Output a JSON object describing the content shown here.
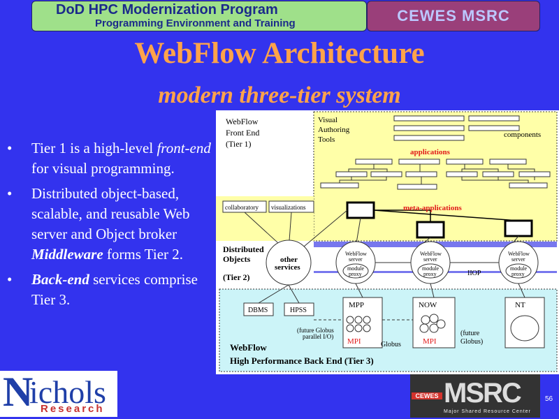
{
  "header": {
    "banner_line1": "DoD HPC Modernization Program",
    "banner_line2": "Programming Environment and Training",
    "banner_right": "CEWES MSRC"
  },
  "slide": {
    "title": "WebFlow Architecture",
    "subtitle": "modern three-tier system"
  },
  "bullets": [
    {
      "parts": [
        "Tier 1 is a high-level ",
        "front-end",
        " for visual programming."
      ]
    },
    {
      "parts": [
        "Distributed object-based, scalable, and reusable Web server and Object broker ",
        "Middleware",
        " forms Tier 2."
      ]
    },
    {
      "parts": [
        "",
        "Back-end",
        " services comprise Tier 3."
      ]
    }
  ],
  "diagram": {
    "tier1_label_1": "WebFlow",
    "tier1_label_2": "Front End",
    "tier1_label_3": "(Tier 1)",
    "vat_1": "Visual",
    "vat_2": "Authoring",
    "vat_3": "Tools",
    "components": "components",
    "applications": "applications",
    "meta_applications": "meta-applications",
    "collaboratory": "collaboratory",
    "visualizations": "visualizations",
    "dist_1": "Distributed",
    "dist_2": "Objects",
    "tier2": "(Tier 2)",
    "other_1": "other",
    "other_2": "services",
    "wf_server_a": "WebFlow",
    "wf_server_b": "server",
    "module_a": "module",
    "module_b": "proxy",
    "iiop": "IIOP",
    "dbms": "DBMS",
    "hpss": "HPSS",
    "mpp": "MPP",
    "now": "NOW",
    "nt": "NT",
    "future_globus_1": "(future Globus",
    "future_globus_2": "parallel I/O)",
    "mpi": "MPI",
    "globus": "Globus",
    "future2_1": "(future",
    "future2_2": "Globus)",
    "backend_1": "WebFlow",
    "backend_2": "High Performance Back End (Tier 3)"
  },
  "logos": {
    "nichols_n": "N",
    "nichols_rest": "ichols",
    "research": "Research",
    "cewes": "CEWES",
    "msrc": "MSRC",
    "msrc_sub": "Major Shared Resource Center"
  },
  "page_number": "56",
  "colors": {
    "background": "#3333ee",
    "title": "#ffa34a",
    "tier1_bg": "#ffffa8",
    "tier3_bg": "#ccf4f8",
    "accent_red": "#e01818"
  }
}
